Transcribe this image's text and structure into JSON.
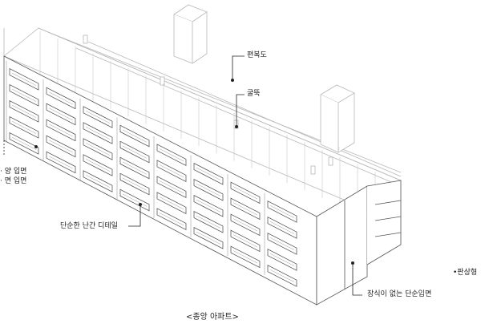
{
  "labels": {
    "corridor": "편복도",
    "pillar": "굴뚝",
    "front_facade_1": "· 양 입면",
    "front_facade_2": "· 면 입면",
    "railing": "단순한 난간 디테일",
    "side_facade": "장식이 없는 단순입면",
    "right_note": "•판상형"
  },
  "caption": "<종앙 아파트>",
  "colors": {
    "line": "#555555",
    "light": "#b8b8b8",
    "dark": "#222222"
  }
}
